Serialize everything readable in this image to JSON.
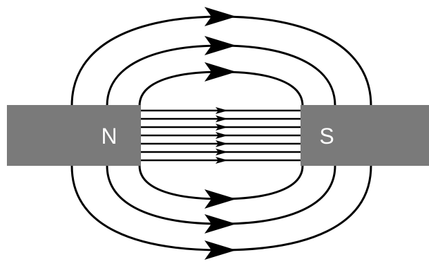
{
  "poles": {
    "north_label": "N",
    "south_label": "S"
  },
  "colors": {
    "magnet": "#7a7a7a",
    "field_lines": "#000000",
    "pole_text": "#ffffff",
    "background": "#ffffff"
  },
  "field": {
    "outer_loops": 3,
    "gap_lines": 7,
    "direction": "north-to-south"
  }
}
